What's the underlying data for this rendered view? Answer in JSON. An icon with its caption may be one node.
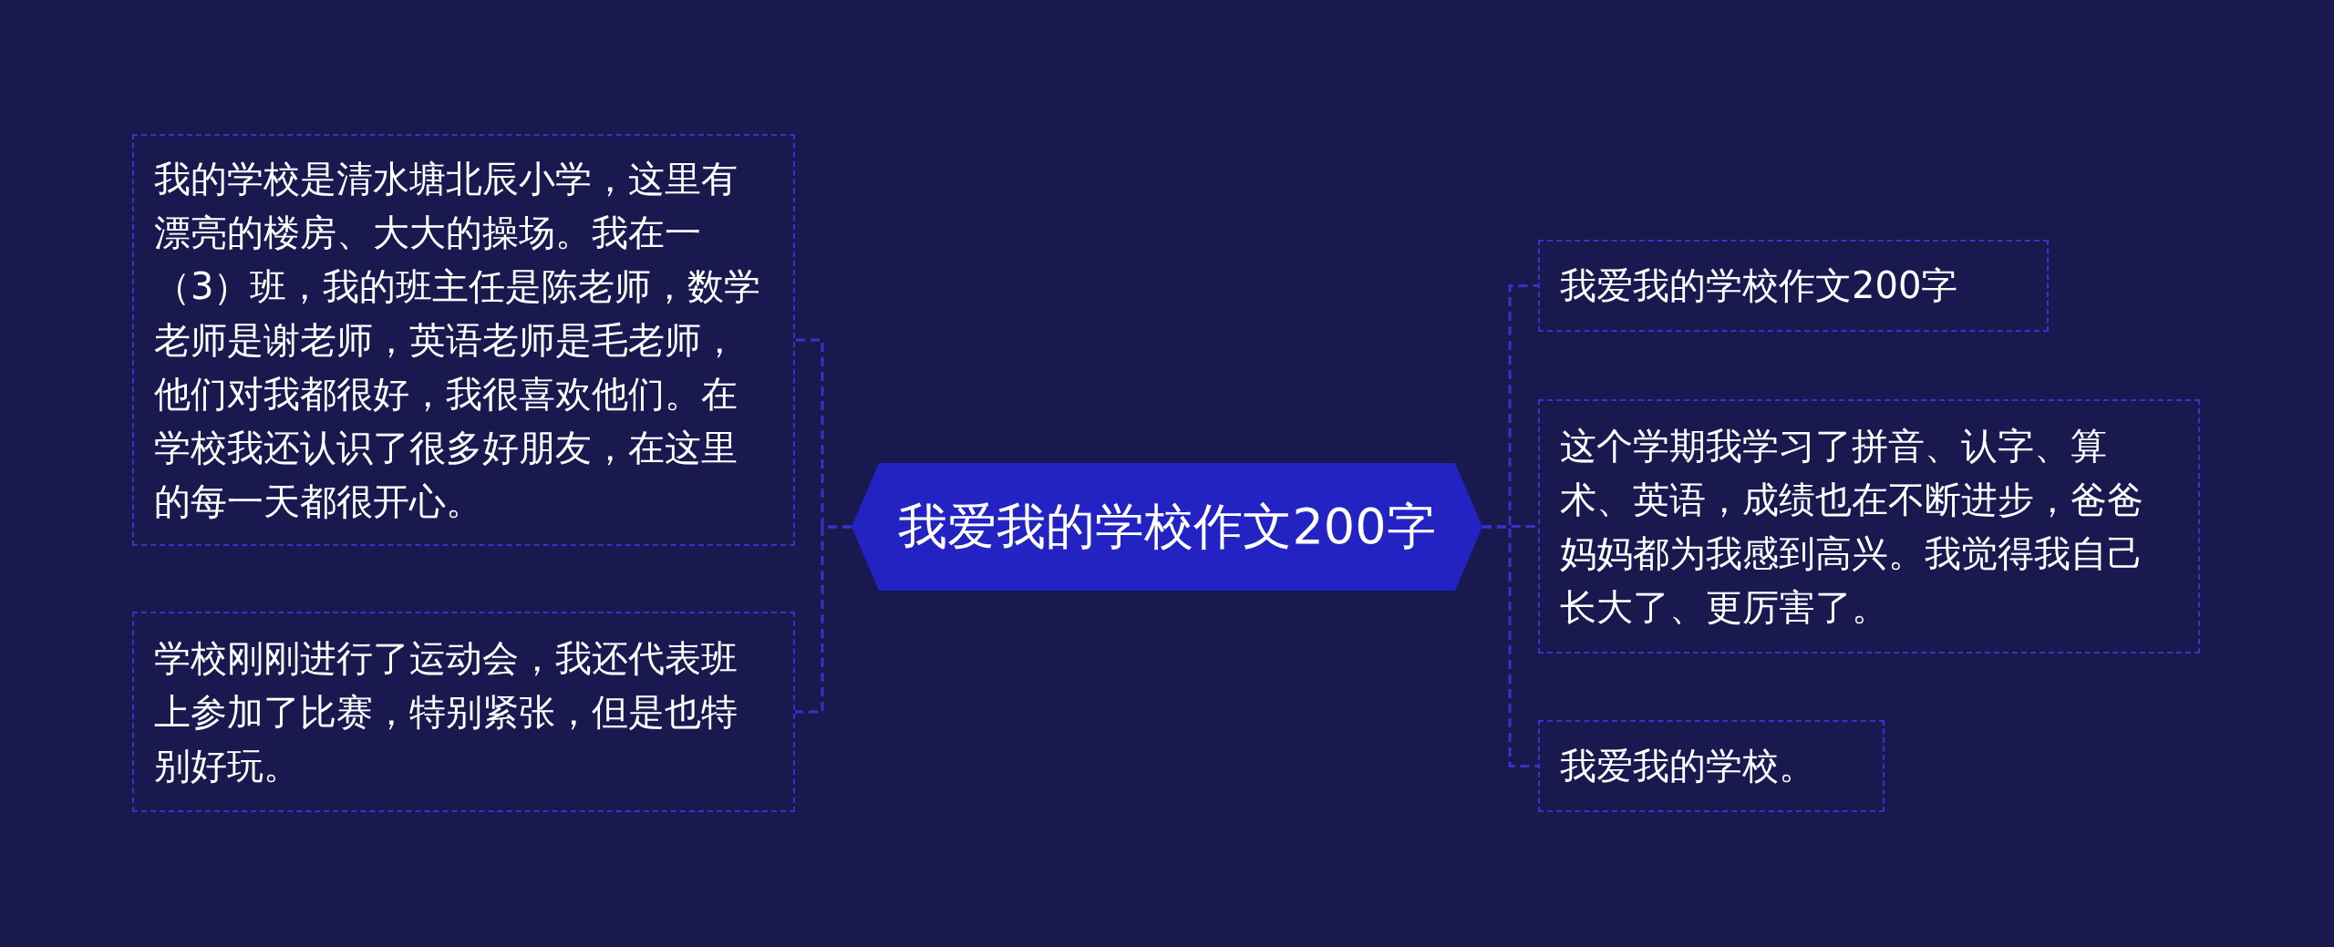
{
  "diagram": {
    "nodes": [
      {
        "text": [
          "我爱我的学校作文200字"
        ]
      },
      {
        "text": [
          "我的学校是清水塘北辰小学，这里有漂亮的楼房、大大的操场。我在一（3）班，我的班主任是陈老师，数学老师是谢老师，英语老师是毛老师，他们对我都很好，我很喜欢他们。在学校我还认识了很多好朋友，在这里的每一天都很开心。"
        ]
      },
      {
        "text": [
          "学校刚刚进行了运动会，我还代表班上参加了比赛，特别紧张，但是也特别好玩。"
        ]
      },
      {
        "text": [
          "我爱我的学校作文200字"
        ]
      },
      {
        "text": [
          "这个学期我学习了拼音、认字、算术、英语，成绩也在不断进步，爸爸妈妈都为我感到高兴。我觉得我自己长大了、更厉害了。"
        ]
      },
      {
        "text": [
          "我爱我的学校。"
        ]
      }
    ],
    "edges": [
      {
        "from": 0,
        "to": 1,
        "arrow": "none",
        "style": "dashed"
      },
      {
        "from": 0,
        "to": 2,
        "arrow": "none",
        "style": "dashed"
      },
      {
        "from": 0,
        "to": 3,
        "arrow": "none",
        "style": "dashed"
      },
      {
        "from": 0,
        "to": 4,
        "arrow": "none",
        "style": "dashed"
      },
      {
        "from": 0,
        "to": 5,
        "arrow": "none",
        "style": "dashed"
      }
    ]
  }
}
